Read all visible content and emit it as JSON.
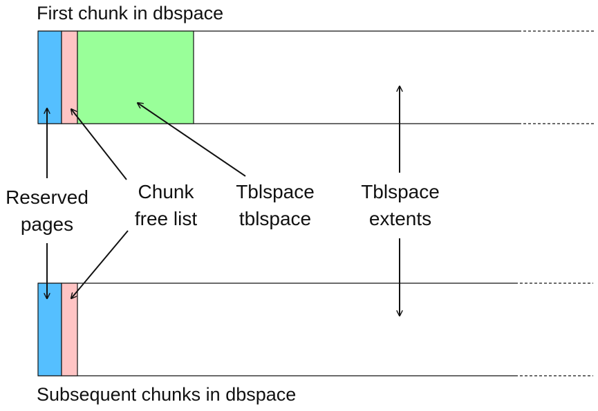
{
  "titles": {
    "first_chunk": "First chunk in dbspace",
    "subsequent_chunks": "Subsequent chunks in dbspace"
  },
  "labels": {
    "reserved_pages": [
      "Reserved",
      "pages"
    ],
    "chunk_free_list": [
      "Chunk",
      "free list"
    ],
    "tblspace_tblspace": [
      "Tblspace",
      "tblspace"
    ],
    "tblspace_extents": [
      "Tblspace",
      "extents"
    ]
  },
  "colors": {
    "reserved_pages": "#55bfff",
    "chunk_free_list": "#ffc4c4",
    "tblspace_tblspace": "#99ff99",
    "line": "#111111"
  }
}
